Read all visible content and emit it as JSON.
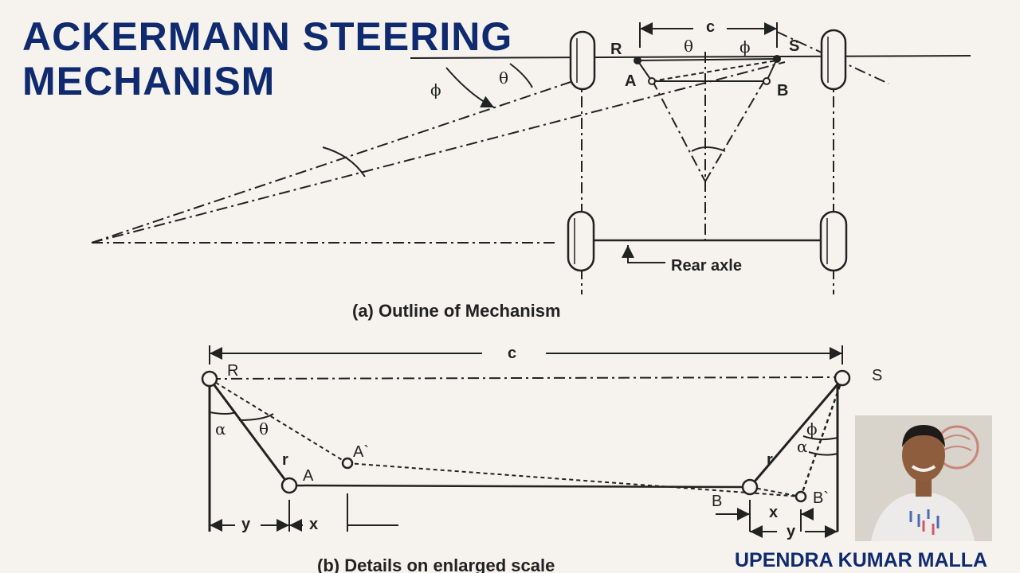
{
  "title": "ACKERMANN  STEERING\nMECHANISM",
  "author": "UPENDRA KUMAR MALLA",
  "figure_a": {
    "caption": "(a)  Outline of Mechanism",
    "rear_axle_label": "Rear axle",
    "labels": {
      "R": "R",
      "S": "S",
      "A": "A",
      "B": "B",
      "c": "c",
      "theta": "θ",
      "phi": "ϕ"
    }
  },
  "figure_b": {
    "caption": "(b)   Details on enlarged scale",
    "labels": {
      "R": "R",
      "S": "S",
      "A": "A",
      "A_prime": "A`",
      "B": "B",
      "B_prime": "B`",
      "r": "r",
      "x": "x",
      "y": "y",
      "c": "c",
      "alpha": "α",
      "theta": "θ",
      "phi": "ϕ"
    }
  }
}
